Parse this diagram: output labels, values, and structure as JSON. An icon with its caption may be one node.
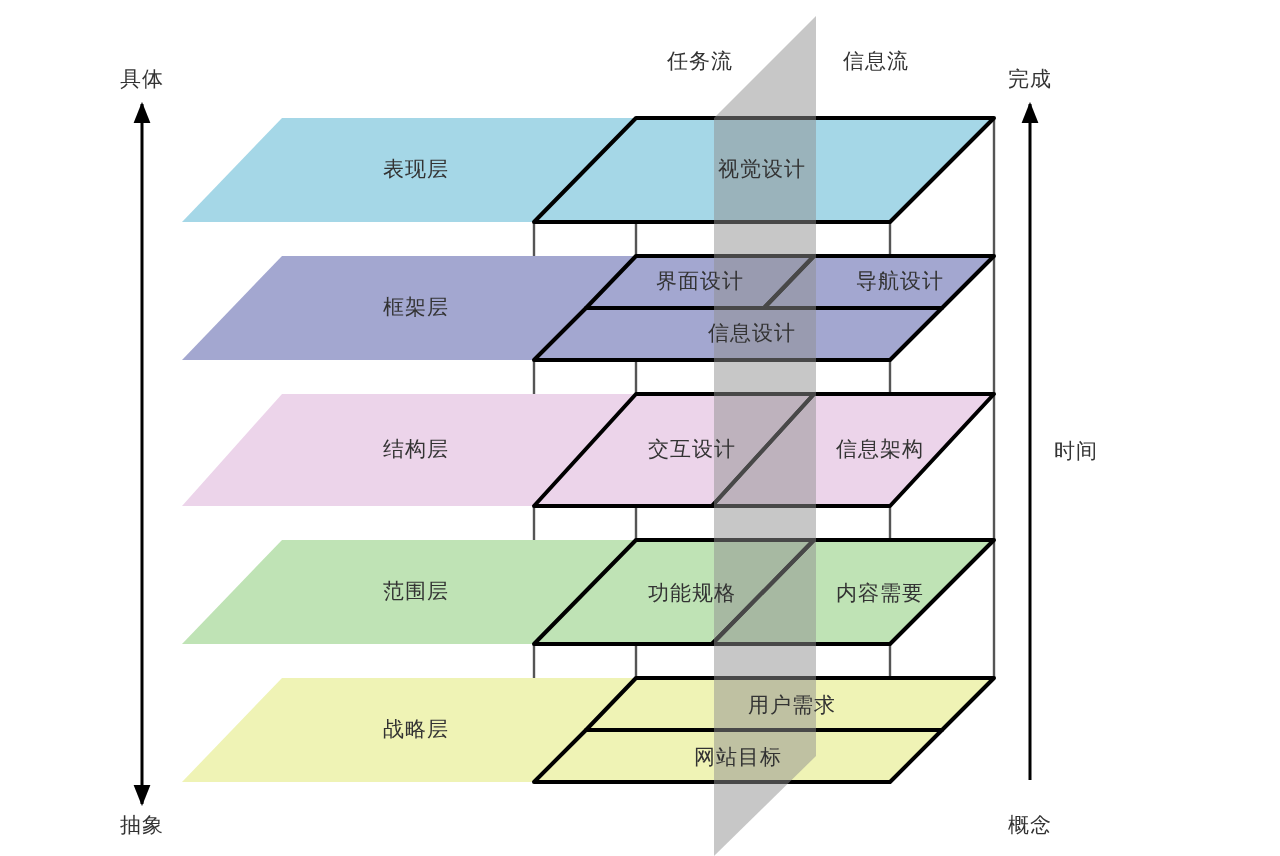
{
  "diagram": {
    "nodes": [
      {
        "text": [
          "表现层"
        ]
      },
      {
        "text": [
          "视觉设计"
        ],
        "in": 0
      },
      {
        "text": [
          "框架层"
        ]
      },
      {
        "text": [
          "界面设计"
        ],
        "in": 2
      },
      {
        "text": [
          "导航设计"
        ],
        "in": 2
      },
      {
        "text": [
          "信息设计"
        ],
        "in": 2
      },
      {
        "text": [
          "结构层"
        ]
      },
      {
        "text": [
          "交互设计"
        ],
        "in": 6
      },
      {
        "text": [
          "信息架构"
        ],
        "in": 6
      },
      {
        "text": [
          "范围层"
        ]
      },
      {
        "text": [
          "功能规格"
        ],
        "in": 9
      },
      {
        "text": [
          "内容需要"
        ],
        "in": 9
      },
      {
        "text": [
          "战略层"
        ]
      },
      {
        "text": [
          "用户需求"
        ],
        "in": 12
      },
      {
        "text": [
          "网站目标"
        ],
        "in": 12
      }
    ],
    "labels": [
      "任务流",
      "信息流",
      "具体",
      "完成",
      "时间",
      "抽象",
      "概念"
    ]
  }
}
